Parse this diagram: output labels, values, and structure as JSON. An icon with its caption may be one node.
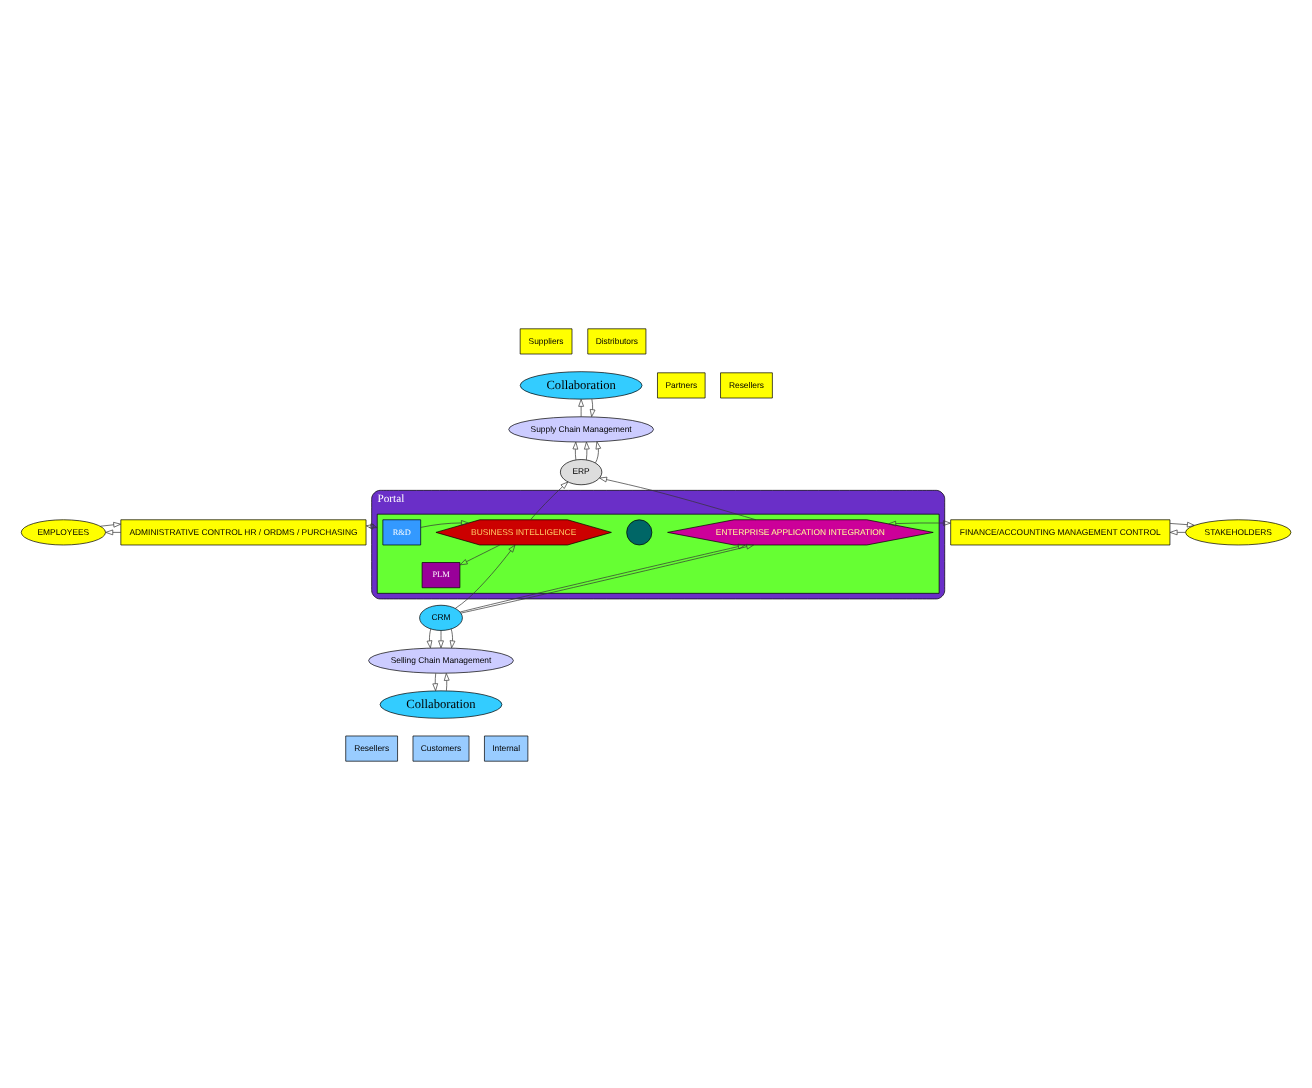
{
  "diagram": {
    "nodes": [
      {
        "text": [
          "Suppliers"
        ]
      },
      {
        "text": [
          "Distributors"
        ]
      },
      {
        "text": [
          "Partners"
        ]
      },
      {
        "text": [
          "Collaboration"
        ]
      },
      {
        "text": [
          "Resellers"
        ]
      },
      {
        "text": [
          "Supply Chain Management"
        ]
      },
      {
        "text": [
          "ERP"
        ]
      },
      {
        "text": [
          "Portal"
        ]
      },
      {
        "text": [],
        "shape": "box",
        "in": 7
      },
      {
        "text": [
          "R&D"
        ],
        "in": 8
      },
      {
        "text": [
          "PLM"
        ],
        "in": 8
      },
      {
        "text": [
          "BUSINESS INTELLIGENCE"
        ],
        "in": 8
      },
      {
        "text": [],
        "shape": "circle",
        "in": 8
      },
      {
        "text": [
          "ENTERPRISE APPLICATION INTEGRATION"
        ],
        "in": 8
      },
      {
        "text": [
          "ADMINISTRATIVE CONTROL HR / ORDMS / PURCHASING"
        ]
      },
      {
        "text": [
          "FINANCE/ACCOUNTING MANAGEMENT CONTROL"
        ]
      },
      {
        "text": [
          "EMPLOYEES"
        ]
      },
      {
        "text": [
          "STAKEHOLDERS"
        ]
      },
      {
        "text": [
          "CRM"
        ]
      },
      {
        "text": [
          "Selling Chain Management"
        ]
      },
      {
        "text": [
          "Collaboration"
        ]
      },
      {
        "text": [
          "Resellers"
        ]
      },
      {
        "text": [
          "Customers"
        ]
      },
      {
        "text": [
          "Internal"
        ]
      }
    ],
    "edges": [
      {
        "from": 5,
        "to": 3,
        "arrow": "to"
      },
      {
        "from": 3,
        "to": 5,
        "arrow": "to"
      },
      {
        "from": 6,
        "to": 5,
        "arrow": "to"
      },
      {
        "from": 6,
        "to": 5,
        "arrow": "to"
      },
      {
        "from": 6,
        "to": 5,
        "arrow": "to"
      },
      {
        "from": 7,
        "to": 11,
        "arrow": "to"
      },
      {
        "from": 11,
        "to": 6,
        "arrow": "to"
      },
      {
        "from": 13,
        "to": 6,
        "arrow": "to"
      },
      {
        "from": 14,
        "to": 8,
        "arrow": "both"
      },
      {
        "from": 13,
        "to": 15,
        "arrow": "both"
      },
      {
        "from": 14,
        "to": 16,
        "arrow": "to"
      },
      {
        "from": 16,
        "to": 14,
        "arrow": "to"
      },
      {
        "from": 17,
        "to": 15,
        "arrow": "to"
      },
      {
        "from": 15,
        "to": 17,
        "arrow": "to"
      },
      {
        "from": 11,
        "to": 10,
        "arrow": "to"
      },
      {
        "from": 18,
        "to": 11,
        "arrow": "to"
      },
      {
        "from": 18,
        "to": 13,
        "arrow": "to"
      },
      {
        "from": 18,
        "to": 13,
        "arrow": "to"
      },
      {
        "from": 18,
        "to": 19,
        "arrow": "to"
      },
      {
        "from": 18,
        "to": 19,
        "arrow": "to"
      },
      {
        "from": 18,
        "to": 19,
        "arrow": "to"
      },
      {
        "from": 19,
        "to": 20,
        "arrow": "to"
      },
      {
        "from": 20,
        "to": 19,
        "arrow": "to"
      }
    ]
  }
}
